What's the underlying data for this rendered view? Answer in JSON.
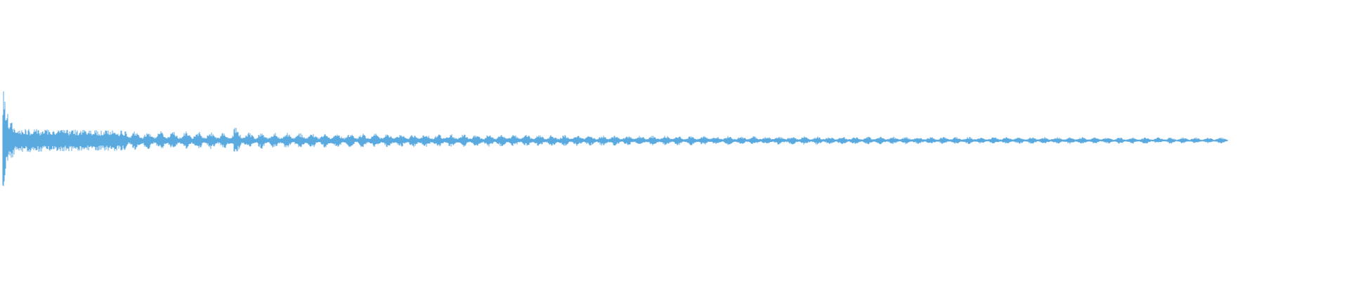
{
  "waveform": {
    "color": "#5aaae0",
    "background": "#ffffff",
    "envelope": {
      "attack_peak": 0.86,
      "secondary_peak": 0.25,
      "tail_level": 0.03,
      "duration_fraction_of_width": 0.91,
      "pulse_count": 95
    }
  }
}
